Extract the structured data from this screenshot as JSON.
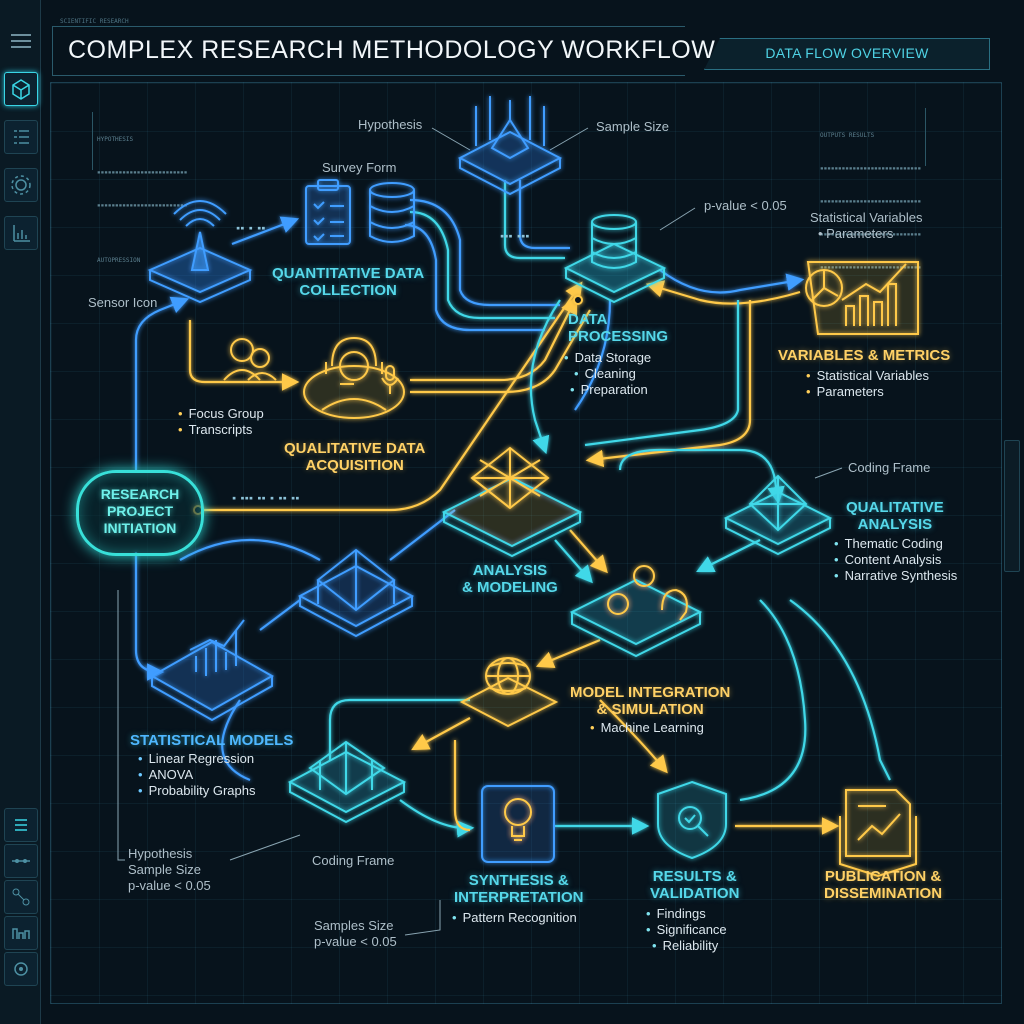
{
  "header": {
    "title": "COMPLEX RESEARCH METHODOLOGY WORKFLOW",
    "tag": "SCIENTIFIC RESEARCH",
    "overview_label": "DATA FLOW OVERVIEW"
  },
  "sidebar": {
    "items": [
      {
        "icon": "menu-icon"
      },
      {
        "icon": "cube-icon"
      },
      {
        "icon": "list-icon"
      },
      {
        "icon": "gear-icon"
      },
      {
        "icon": "bar-chart-icon"
      },
      {
        "icon": "list-icon"
      },
      {
        "icon": "flow-icon"
      },
      {
        "icon": "nodes-icon"
      },
      {
        "icon": "chart-icon"
      },
      {
        "icon": "settings-icon"
      }
    ]
  },
  "panels": {
    "top_left": [
      "HYPOTHESIS",
      "",
      "",
      "",
      "AUTOPRESSION"
    ],
    "top_right": [
      "OUTPUTS RESULTS",
      "",
      "",
      "",
      ""
    ]
  },
  "labels": {
    "hypothesis": "Hypothesis",
    "sample_size": "Sample Size",
    "survey_form": "Survey Form",
    "p_value": "p-value < 0.05",
    "sensor_icon": "Sensor Icon",
    "coding_frame_right": "Coding Frame",
    "coding_frame_bottom": "Coding Frame",
    "stat_vars_title": "Statistical Variables",
    "stat_vars_params": "• Parameters"
  },
  "nodes": {
    "initiation": {
      "title": "RESEARCH\nPROJECT\nINITIATION"
    },
    "quant": {
      "title": "QUANTITATIVE DATA\nCOLLECTION"
    },
    "qual_acq": {
      "title": "QUALITATIVE DATA\nACQUISITION",
      "items": [
        "Focus Group",
        "Transcripts"
      ]
    },
    "processing": {
      "title": "DATA\nPROCESSING",
      "items": [
        "Data Storage",
        "Cleaning",
        "Preparation"
      ]
    },
    "variables": {
      "title": "VARIABLES & METRICS",
      "items": [
        "Statistical Variables",
        "Parameters"
      ]
    },
    "analysis": {
      "title": "ANALYSIS\n& MODELING"
    },
    "qual_analysis": {
      "title": "QUALITATIVE\nANALYSIS",
      "items": [
        "Thematic Coding",
        "Content Analysis",
        "Narrative Synthesis"
      ]
    },
    "integration": {
      "title": "MODEL INTEGRATION\n& SIMULATION",
      "items": [
        "Machine Learning"
      ]
    },
    "statistical": {
      "title": "STATISTICAL MODELS",
      "items": [
        "Linear Regression",
        "ANOVA",
        "Probability Graphs"
      ]
    },
    "synthesis": {
      "title": "SYNTHESIS &\nINTERPRETATION",
      "items": [
        "Pattern Recognition"
      ]
    },
    "results": {
      "title": "RESULTS &\nVALIDATION",
      "items": [
        "Findings",
        "Significance",
        "Reliability"
      ]
    },
    "publication": {
      "title": "PUBLICATION &\nDISSEMINATION"
    }
  },
  "notes": {
    "bottom_left": "Hypothesis\nSample Size\np-value < 0.05",
    "bottom_center": "Samples Size\np-value < 0.05"
  },
  "colors": {
    "cyan": "#3fd8e8",
    "blue": "#3f9dff",
    "gold": "#ffc94a",
    "teal": "#38e0d9",
    "background": "#07131c"
  }
}
